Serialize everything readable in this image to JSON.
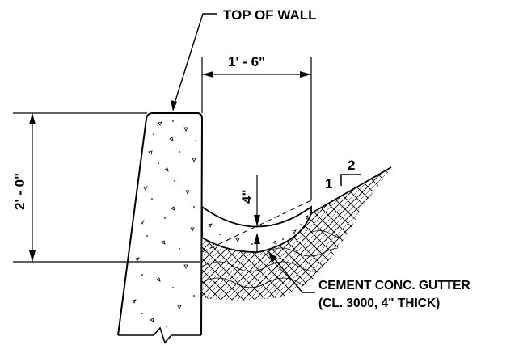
{
  "labels": {
    "top_of_wall": "TOP OF WALL",
    "width_dim": "1' - 6\"",
    "height_dim": "2' - 0\"",
    "thickness_dim": "4\"",
    "slope_rise": "1",
    "slope_run": "2",
    "gutter_line1": "CEMENT CONC. GUTTER",
    "gutter_line2": "(CL. 3000, 4\" THICK)"
  }
}
